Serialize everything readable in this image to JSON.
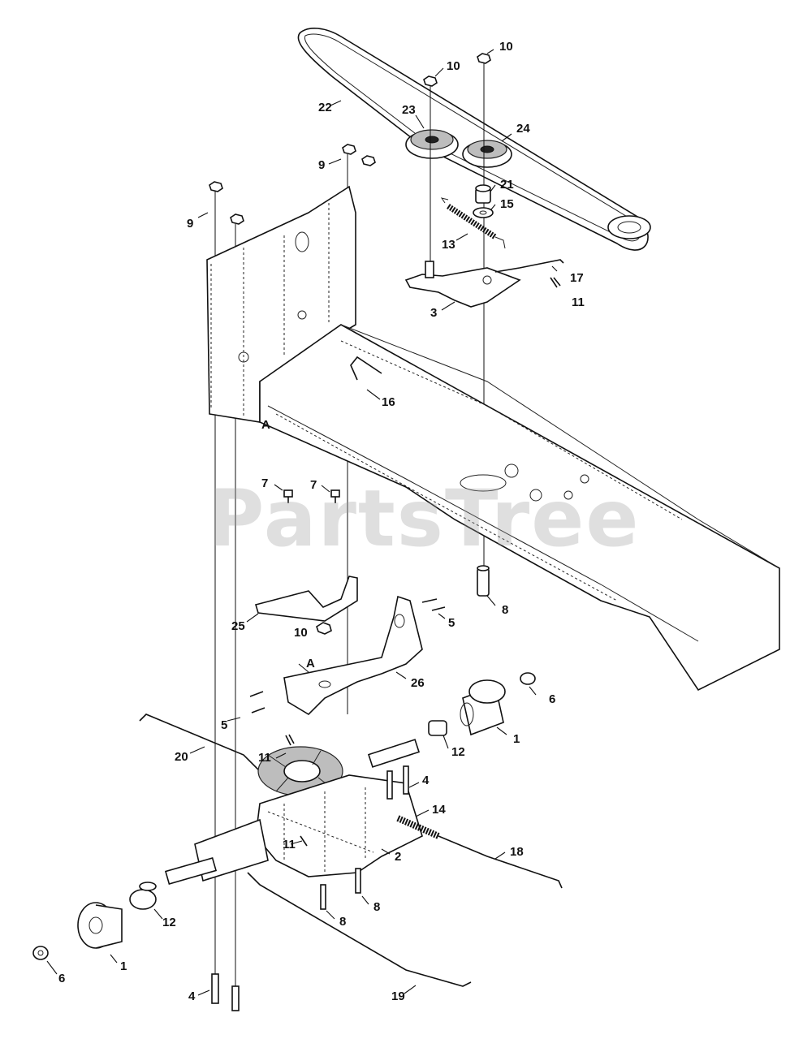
{
  "watermark": "PartsTree",
  "labels": {
    "c1a": "1",
    "c1b": "1",
    "c2": "2",
    "c3": "3",
    "c4a": "4",
    "c4b": "4",
    "c5a": "5",
    "c5b": "5",
    "c6a": "6",
    "c6b": "6",
    "c7a": "7",
    "c7b": "7",
    "c8a": "8",
    "c8b": "8",
    "c8c": "8",
    "c9a": "9",
    "c9b": "9",
    "c10a": "10",
    "c10b": "10",
    "c10c": "10",
    "c11a": "11",
    "c11b": "11",
    "c11c": "11",
    "c12a": "12",
    "c12b": "12",
    "c13": "13",
    "c14": "14",
    "c15": "15",
    "c16": "16",
    "c17": "17",
    "c18": "18",
    "c19": "19",
    "c20": "20",
    "c21": "21",
    "c22": "22",
    "c23": "23",
    "c24": "24",
    "c25": "25",
    "c26": "26",
    "cA1": "A",
    "cA2": "A"
  }
}
